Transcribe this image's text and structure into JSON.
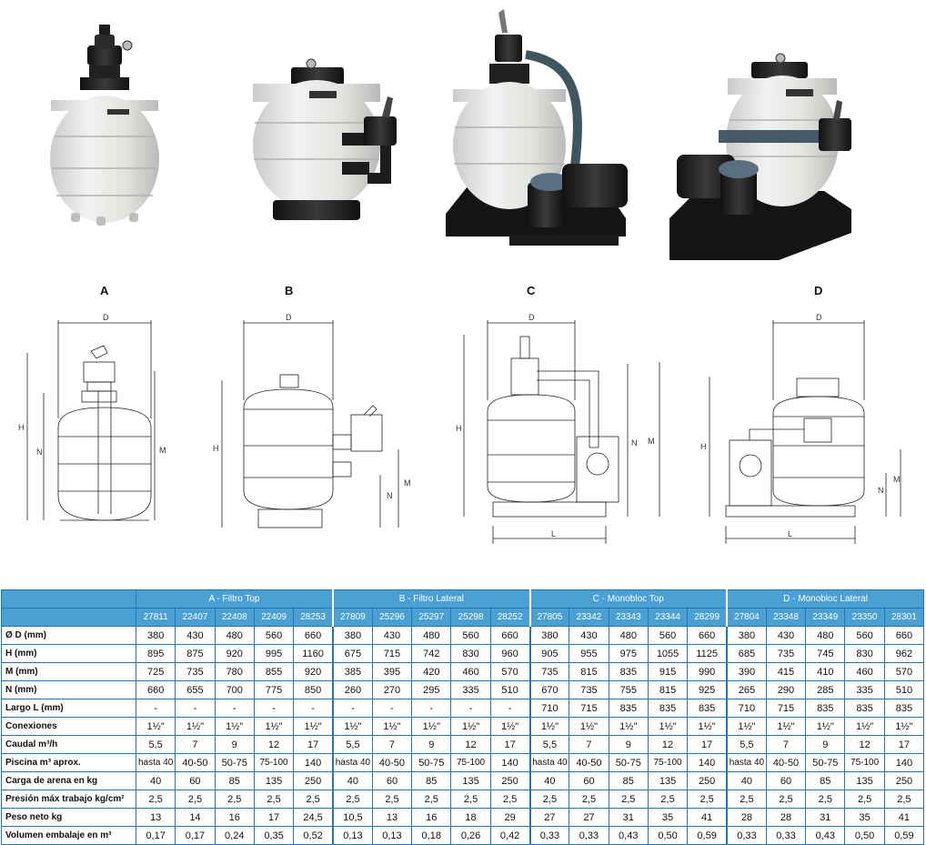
{
  "labels": {
    "models": [
      "A",
      "B",
      "C",
      "D"
    ],
    "dim_d": "D",
    "dim_h": "H",
    "dim_m": "M",
    "dim_n": "N",
    "dim_l": "L"
  },
  "table": {
    "groups": [
      "A - Filtro Top",
      "B - Filtro Lateral",
      "C - Monobloc Top",
      "D - Monobloc Lateral"
    ],
    "codes": [
      "27811",
      "22407",
      "22408",
      "22409",
      "28253",
      "27809",
      "25296",
      "25297",
      "25298",
      "28252",
      "27805",
      "23342",
      "23343",
      "23344",
      "28299",
      "27804",
      "23348",
      "23349",
      "23350",
      "28301"
    ],
    "rows": [
      {
        "label": "Ø D (mm)",
        "values": [
          "380",
          "430",
          "480",
          "560",
          "660",
          "380",
          "430",
          "480",
          "560",
          "660",
          "380",
          "430",
          "480",
          "560",
          "660",
          "380",
          "430",
          "480",
          "560",
          "660"
        ]
      },
      {
        "label": "H (mm)",
        "values": [
          "895",
          "875",
          "920",
          "995",
          "1160",
          "675",
          "715",
          "742",
          "830",
          "960",
          "905",
          "955",
          "975",
          "1055",
          "1125",
          "685",
          "735",
          "745",
          "830",
          "962"
        ]
      },
      {
        "label": "M (mm)",
        "values": [
          "725",
          "735",
          "780",
          "855",
          "920",
          "385",
          "395",
          "420",
          "460",
          "570",
          "735",
          "815",
          "835",
          "915",
          "990",
          "390",
          "415",
          "410",
          "460",
          "570"
        ]
      },
      {
        "label": "N (mm)",
        "values": [
          "660",
          "655",
          "700",
          "775",
          "850",
          "260",
          "270",
          "295",
          "335",
          "510",
          "670",
          "735",
          "755",
          "815",
          "925",
          "265",
          "290",
          "285",
          "335",
          "510"
        ]
      },
      {
        "label": "Largo L (mm)",
        "values": [
          "-",
          "-",
          "-",
          "-",
          "-",
          "-",
          "-",
          "-",
          "-",
          "-",
          "710",
          "715",
          "835",
          "835",
          "835",
          "710",
          "715",
          "835",
          "835",
          "835"
        ]
      },
      {
        "label": "Conexiones",
        "values": [
          "1½\"",
          "1½\"",
          "1½\"",
          "1½\"",
          "1½\"",
          "1½\"",
          "1½\"",
          "1½\"",
          "1½\"",
          "1½\"",
          "1½\"",
          "1½\"",
          "1½\"",
          "1½\"",
          "1½\"",
          "1½\"",
          "1½\"",
          "1½\"",
          "1½\"",
          "1½\""
        ]
      },
      {
        "label": "Caudal m³/h",
        "values": [
          "5,5",
          "7",
          "9",
          "12",
          "17",
          "5,5",
          "7",
          "9",
          "12",
          "17",
          "5,5",
          "7",
          "9",
          "12",
          "17",
          "5,5",
          "7",
          "9",
          "12",
          "17"
        ]
      },
      {
        "label": "Piscina m³ aprox.",
        "values": [
          "hasta 40",
          "40-50",
          "50-75",
          "75-100",
          "140",
          "hasta 40",
          "40-50",
          "50-75",
          "75-100",
          "140",
          "hasta 40",
          "40-50",
          "50-75",
          "75-100",
          "140",
          "hasta 40",
          "40-50",
          "50-75",
          "75-100",
          "140"
        ]
      },
      {
        "label": "Carga de arena en kg",
        "values": [
          "40",
          "60",
          "85",
          "135",
          "250",
          "40",
          "60",
          "85",
          "135",
          "250",
          "40",
          "60",
          "85",
          "135",
          "250",
          "40",
          "60",
          "85",
          "135",
          "250"
        ]
      },
      {
        "label": "Presión máx trabajo kg/cm²",
        "values": [
          "2,5",
          "2,5",
          "2,5",
          "2,5",
          "2,5",
          "2,5",
          "2,5",
          "2,5",
          "2,5",
          "2,5",
          "2,5",
          "2,5",
          "2,5",
          "2,5",
          "2,5",
          "2,5",
          "2,5",
          "2,5",
          "2,5",
          "2,5"
        ]
      },
      {
        "label": "Peso neto kg",
        "values": [
          "13",
          "14",
          "16",
          "17",
          "24,5",
          "10,5",
          "13",
          "16",
          "18",
          "29",
          "27",
          "27",
          "31",
          "35",
          "41",
          "28",
          "28",
          "31",
          "35",
          "41"
        ]
      },
      {
        "label": "Volumen embalaje en m³",
        "values": [
          "0,17",
          "0,17",
          "0,24",
          "0,35",
          "0,52",
          "0,13",
          "0,13",
          "0,18",
          "0,26",
          "0,42",
          "0,33",
          "0,33",
          "0,43",
          "0,50",
          "0,59",
          "0,33",
          "0,33",
          "0,43",
          "0,50",
          "0,59"
        ]
      }
    ]
  },
  "colors": {
    "header_bg": "#4a9fd3",
    "border": "#1e78b4",
    "tank": "#e4e6e2",
    "dark": "#1c1c1c"
  },
  "icons": [
    "sand-filter-top-photo",
    "sand-filter-lateral-photo",
    "monobloc-top-photo",
    "monobloc-lateral-photo"
  ]
}
